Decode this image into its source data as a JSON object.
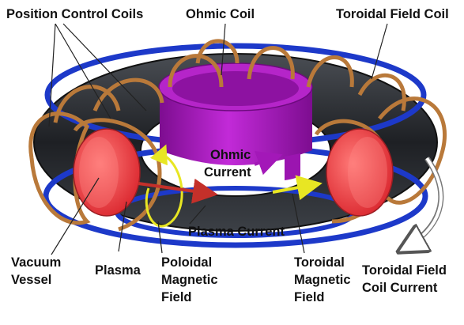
{
  "labels": {
    "position_control_coils": "Position Control Coils",
    "ohmic_coil": "Ohmic Coil",
    "toroidal_field_coil": "Toroidal Field Coil",
    "ohmic_current_line1": "Ohmic",
    "ohmic_current_line2": "Current",
    "plasma_current": "Plasma Current",
    "vacuum_vessel_line1": "Vacuum",
    "vacuum_vessel_line2": "Vessel",
    "plasma": "Plasma",
    "poloidal_line1": "Poloidal",
    "poloidal_line2": "Magnetic",
    "poloidal_line3": "Field",
    "toroidal_line1": "Toroidal",
    "toroidal_line2": "Magnetic",
    "toroidal_line3": "Field",
    "tf_current_line1": "Toroidal Field",
    "tf_current_line2": "Coil Current"
  },
  "colors": {
    "vessel": "#2c2f33",
    "position_coil": "#1d39c9",
    "copper_coil": "#b9793a",
    "ohmic_coil": "#9b15b0",
    "plasma": "#f0393c",
    "plasma_current_arrow": "#c4302a",
    "poloidal_arrow": "#e8e623",
    "ohmic_arrow": "#a318b8"
  }
}
